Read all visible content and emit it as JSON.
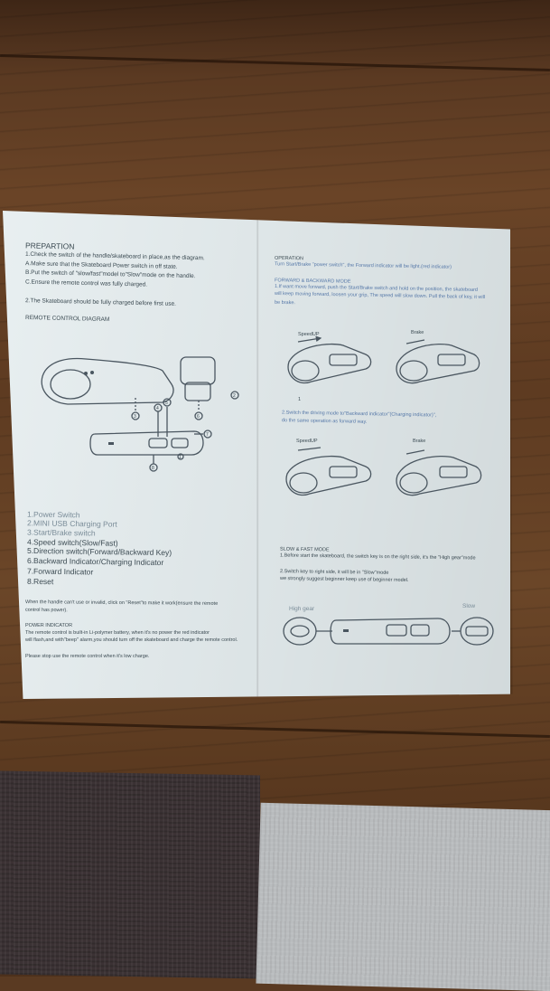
{
  "left": {
    "title": "PREPARTION",
    "steps": [
      "1.Check the switch of the handle/skateboard in place,as the diagram.",
      "A.Make sure that the Skateboard Power switch in off state.",
      "B.Put the switch of \"slow/fast\"model to\"Slow\"mode on the handle.",
      "C.Ensure the remote control was fully charged."
    ],
    "step2": "2.The Skateboard should be fully charged before first use.",
    "diagram_title": "REMOTE CONTROL DIAGRAM",
    "callouts": [
      "1",
      "2",
      "3",
      "4",
      "5",
      "6",
      "7",
      "8"
    ],
    "legend": [
      "1.Power Switch",
      "2.MINI USB Charging Port",
      "3.Start/Brake switch",
      "4.Speed switch(Slow/Fast)",
      "5.Direction switch(Forward/Backward Key)",
      "6.Backward Indicator/Charging Indicator",
      "7.Forward Indicator",
      "8.Reset"
    ],
    "reset_note_1": "When the handle can't use or invalid, click on \"Reset\"to make it work(ensure the remote",
    "reset_note_2": "control has power).",
    "power_title": "POWER INDICATOR",
    "power_1": "The remote control is built-in Li-polymer battery, when it's no power the red indicator",
    "power_2": "will flash,and with\"beep\" alarm,you should turn off the skateboard and charge the remote control.",
    "stop_note": "Please stop use the remote control when it's low charge."
  },
  "right": {
    "op_title": "OPERATION",
    "op_1": "Turn Start/Brake \"power switch\", the Forward indicator will be light.(red indicator)",
    "fb_title": "FORWARD & BACKWARD MODE",
    "fb_1": "1.If want move forward, push the Start/Brake switch and hold on the position, the skateboard",
    "fb_2": "will keep moving forward, loosen your grip, The speed will slow down. Pull the back of key, it will",
    "fb_3": "be brake.",
    "speedup": "SpeedUP",
    "brake": "Brake",
    "fig1_label": "1",
    "switch_note_1": "2.Switch the driving mode to\"Backward indicator\"(Charging indicator)\",",
    "switch_note_2": "do the same operation as forward way.",
    "sf_title": "SLOW & FAST MODE",
    "sf_1": "1.Before start the skateboard, the switch key is on the right side, it's the \"High gear\"mode",
    "sf_2": "2.Switch key to right side, it will be in \"Slow\"mode",
    "sf_3": "we strongly suggest beginner keep use of beginner model.",
    "high_gear": "High gear",
    "slow": "Slow"
  }
}
